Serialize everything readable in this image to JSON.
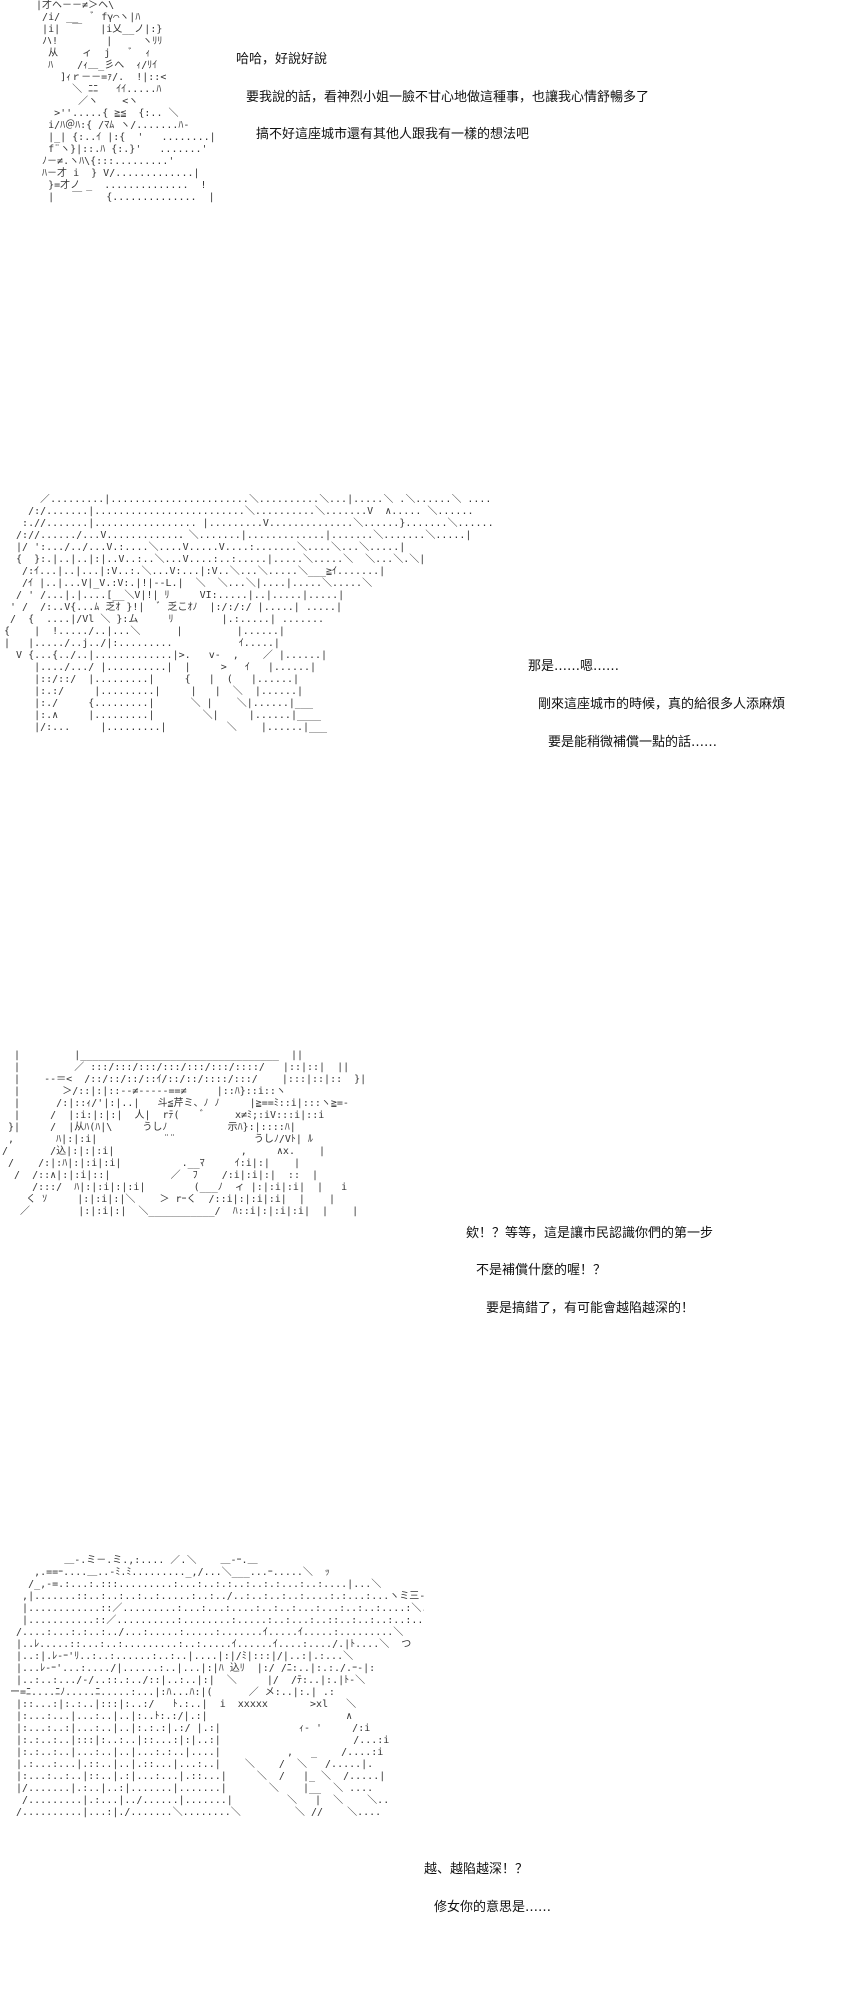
{
  "panels": [
    {
      "art": "  |才ヘ－－≠＞ヘ\\\n   /i/ __  ﾞ fγ⌒ヽ|ﾊ\n   |i|  ￣   |i乂__ノ|:}\n   ハ!        |     ヽﾘﾘ\n    从    ィ  j   ﾞ  ｨ\n    ﾊ    /ｨ＿_彡へ  ｨ/ﾘｲ\n      ]ｨｒ－－=ｧ/.  !|::<\n        ＼ ﾆﾆ   ｲｲ.....ﾊ\n         ／ヽ    <ヽ\n     >''.....{ ≧≦  {:.. ＼\n    i/ﾊ＠ﾊ:{ /ﾏﾑ ヽ/.......ﾊ-\n    |_| {:..ｲ |:{  '   ........|\n    f¨ヽ}|::.ﾊ {:.}'   .......'\n   ﾉ－≠.ヽﾊ\\{:::.........'\n   ﾊ－才 i  } V/.............|\n    }=才ノ _  ..............  !\n    |   ￣    {..............  |",
      "lines": [
        "哈哈，好說好說",
        "要我說的話，看神烈小姐一臉不甘心地做這種事，也讓我心情舒暢多了",
        "搞不好這座城市還有其他人跟我有一樣的想法吧"
      ]
    },
    {
      "art": "      ／.........|.......................＼..........＼...|.....＼ .＼......＼ ....\n    /:/.......|.........................＼..........＼.......V  ∧..... ＼......\n   :.//.......|................. |.........V..............＼......}.......＼......\n  /://....../...V............．＼.......|.............|.......＼.......＼.....|\n  |/ ':.../../...V.:....＼....V.....V....:.......＼....＼...＼.....|\n  {  }:.|..|..|:|..V..:..＼...V....:..:.....|.....＼.....＼  ＼...＼.＼|\n   /:ｲ...|..|...|:V..:.＼...V:...|:V..＼...＼.....＼___≧ｲ.......|\n   /ｲ |..|...V|_V.:V:.|!|--L.|  ＼  ＼...＼|....|.....＼.....＼\n  / ' /...|.|....[__＼V|!| ﾘ     VI:.....|..|.....|.....|\n ' /  /:..V{...ﾑ 乏ｵ }!|  ﾞ 乏こｵﾉ  |:/:/:/ |.....| .....|\n /  {  ....|/Vl ＼ }:ム     ﾘ        |.:.....| .......\n{    |  !...../..|...＼      |         |......|\n|   |...../..j../|:.........           ｲ.....|\n  V {...{../..|.............|>.   v-  ,    ／ |......|\n     |..../.../ |..........|  |     >   ｲ   |......|\n     |::/::/  |.........|     {   |  (   |......|\n     |:.:/     |.........|     |   |  ＼  |......|\n     |:./     {.........|      ＼ |    ＼|......|___\n     |:.∧     |.........|        ＼|     |......|____\n     |/:...     |.........|          ＼    |......|___",
      "lines": [
        "那是……嗯……",
        "剛來這座城市的時候，真的給很多人添麻煩",
        "要是能稍微補償一點的話……"
      ]
    },
    {
      "art": "  |         |_________________________________  ||\n  |         ／ :::/:::/:::/:::/:::/:::/::::/   |::|::|  ||\n  |    --＝<  /::/::/::/::ｲ/::/::/::::/:::/    |:::|::|::  }|\n  |       ＞/::|:|::-‐≠‐-‐--==≠     |::ﾊ}::i::ヽ\n  |      /:|::ｨ/'|:|..|   斗≦芹ミ、ﾉ ﾉ     |≧==ﾐ::i|:::ヽ≧=-\n  |     /  |:i:|:|:|  人|  rﾃ(    ﾞ     x≠ﾐ;:iV:::i|::i\n }|     /  |从ﾊ(ﾊ|\\     うしﾉ          示ﾊ}:|::::ﾊ|\n ,       ﾊ|:|:i|           ¨¨             うしﾉ/Vﾄ| ﾙ\n/       /込|:|:|:i|                     ,     ∧x.    |\n /    /:|:ﾊ|:|:i|:i|          .__ﾏ     ｲ:i|:|    |\n  /  /::∧|:|:i|::|          ／  ﾌ    /:i|:i|:|  ::  |\n     /:::/  ﾊ|:|:i|:|:i|        (___ﾉ  ィ |:|:i|:i|  |   i\n    く ｿ     |:|:i|:|＼    ＞ rｰく  /::i|:|:i|:i|  |    |\n   ／        |:|:i|:|  ＼___________/  ﾊ::i|:|:i|:i|  |    |",
      "lines": [
        "欸！？等等，這是讓市民認識你們的第一步",
        "不是補償什麼的喔！？",
        "要是搞錯了，有可能會越陷越深的！"
      ]
    },
    {
      "art": "          ＿-.ミ－.ミ.,:.... ／.＼    ＿-ｰ.＿\n     ,.==ｰ....＿..-ﾐ.ﾐ........._,/...＼___...ｰ.....＼  ｯ\n    /_,-=.:...:.:::.........:...:..:.:..:..:.:...:..:....|...＼\n   ,|.......::..:..:..:..:.....:..:../..:..:..:..:....:.:...:...ヽミ三-=.\n   |............::／.........:...:...:....:..:..:...:...:..:..:....:＼..\n   |...........::／..........:........:.....:..:...:..::..:..:..:..:...＼.\n  /....:...:.:..:../...:.....:.....:.......ｲ.....ｲ.....:.........＼\n  |..ﾚ.....::...:..:.........:..:.....ｲ......ｲ....:..../.|ﾄ....＼  つ\n  |..:|.ﾚ-ｰ'ﾘ..:..:......:..:..|....|:|/ﾐ|:::|/|..:|.:...＼\n  |...ﾚ-ｰ'...:..../|......:..|...|:|ﾊ 込ﾘ  |:/ /ﾆ:..|:.:./.ｰ-|:\n  |..:..:.../-/..::.:../::|..:..|:|  ＼     |/  /ﾃ:..|:.|ﾄ-＼\n ー=ﾆ....ﾆﾉ.....ﾆ.....:...|:ﾊ...ﾊ:|(      ／ メ:..|:.| .:\n  |::...:|:.:..|:::|:..:/   ﾄ.:..|  i  xxxxx       >xl   ＼\n  |:...:...|...:..|..|:..ﾄ:.:/|.:|                       ∧\n  |:...:..:|...:..|..|:.:.:|.:/ |.:|             ｨ- '     /:i\n  |:.:..:..|:::|:..:..|::...:|:|..:|                      /...:i\n  |:.:..:..|...:..|..|...:.:..|....|           ,   _    /....:i\n  |.:...:...|.::..|..|.::...|...:..|    ＼    /  ＼   /.....|.\n  |:...:..:..|::..|.:|...:...|.::...|     ＼  /   |_ ＼  /.....|\n  |/.......|.:..|..:|.......|.......|       ＼    |__  ＼ ....\n   /.........|.:...|../......|.......|         ＼   |  ＼    ＼..\n  /..........|...:|./.......＼........＼         ＼ //    ＼....",
      "lines": [
        "越、越陷越深！？",
        "修女你的意思是……"
      ]
    }
  ]
}
